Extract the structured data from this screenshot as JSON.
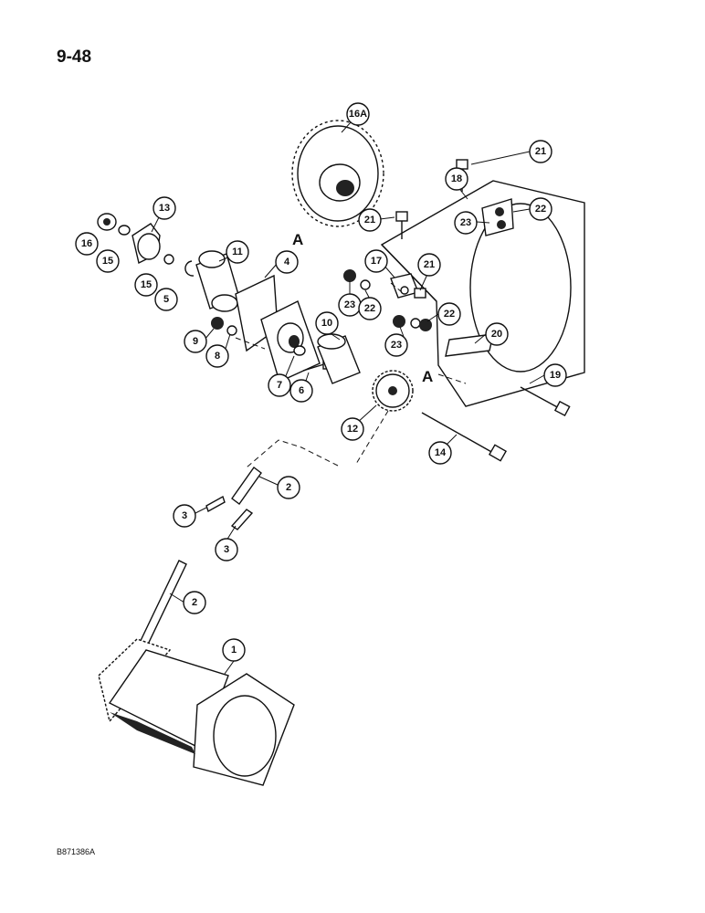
{
  "page": {
    "number": "9-48",
    "figure_code": "B871386A"
  },
  "reference_letters": [
    "A",
    "A"
  ],
  "callouts": [
    {
      "id": "16A",
      "label": "16A"
    },
    {
      "id": "21a",
      "label": "21"
    },
    {
      "id": "18",
      "label": "18"
    },
    {
      "id": "13",
      "label": "13"
    },
    {
      "id": "16",
      "label": "16"
    },
    {
      "id": "15a",
      "label": "15"
    },
    {
      "id": "15b",
      "label": "15"
    },
    {
      "id": "5",
      "label": "5"
    },
    {
      "id": "11",
      "label": "11"
    },
    {
      "id": "4",
      "label": "4"
    },
    {
      "id": "21b",
      "label": "21"
    },
    {
      "id": "22a",
      "label": "22"
    },
    {
      "id": "23a",
      "label": "23"
    },
    {
      "id": "17",
      "label": "17"
    },
    {
      "id": "21c",
      "label": "21"
    },
    {
      "id": "23b",
      "label": "23"
    },
    {
      "id": "22b",
      "label": "22"
    },
    {
      "id": "22c",
      "label": "22"
    },
    {
      "id": "23c",
      "label": "23"
    },
    {
      "id": "20",
      "label": "20"
    },
    {
      "id": "9",
      "label": "9"
    },
    {
      "id": "8",
      "label": "8"
    },
    {
      "id": "10",
      "label": "10"
    },
    {
      "id": "7",
      "label": "7"
    },
    {
      "id": "6",
      "label": "6"
    },
    {
      "id": "19",
      "label": "19"
    },
    {
      "id": "12",
      "label": "12"
    },
    {
      "id": "14",
      "label": "14"
    },
    {
      "id": "2a",
      "label": "2"
    },
    {
      "id": "3a",
      "label": "3"
    },
    {
      "id": "3b",
      "label": "3"
    },
    {
      "id": "2b",
      "label": "2"
    },
    {
      "id": "1",
      "label": "1"
    }
  ]
}
